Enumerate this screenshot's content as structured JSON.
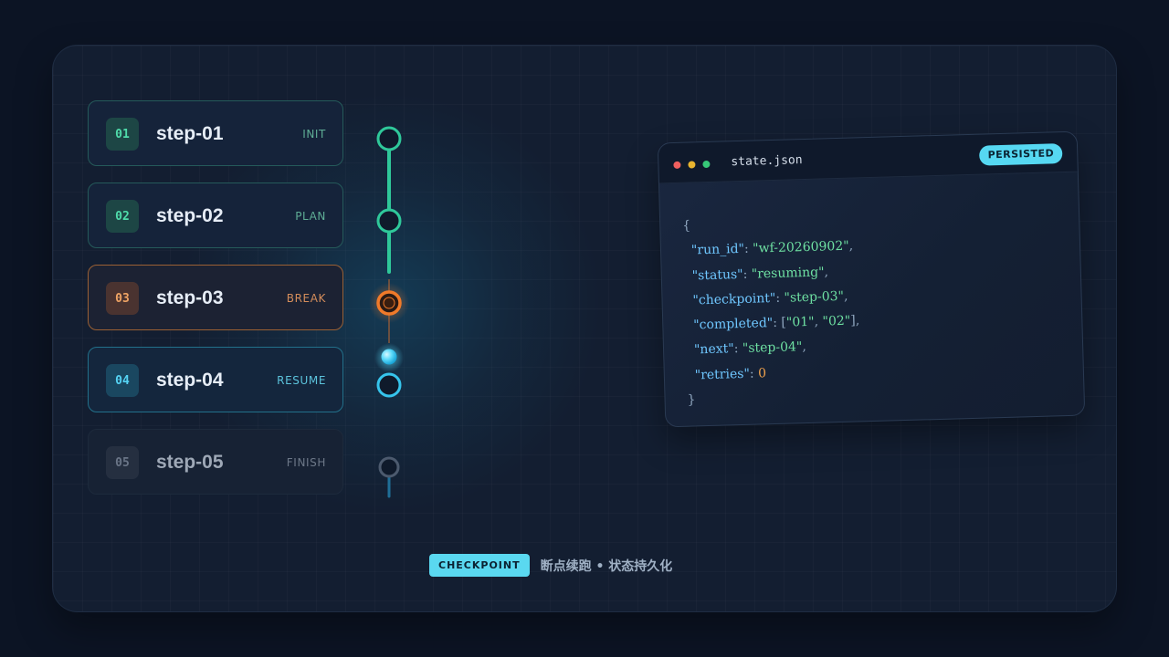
{
  "steps": [
    {
      "number": "01",
      "name": "step-01",
      "tag": "INIT",
      "state": "done"
    },
    {
      "number": "02",
      "name": "step-02",
      "tag": "PLAN",
      "state": "done"
    },
    {
      "number": "03",
      "name": "step-03",
      "tag": "BREAK",
      "state": "break"
    },
    {
      "number": "04",
      "name": "step-04",
      "tag": "RESUME",
      "state": "resume"
    },
    {
      "number": "05",
      "name": "step-05",
      "tag": "FINISH",
      "state": "pending"
    }
  ],
  "state_file": {
    "filename": "state.json",
    "badge": "PERSISTED",
    "open_brace": "{",
    "close_brace": "}",
    "lines": [
      {
        "key": "run_id",
        "value": "wf-20260902",
        "kind": "string"
      },
      {
        "key": "status",
        "value": "resuming",
        "kind": "string"
      },
      {
        "key": "checkpoint",
        "value": "step-03",
        "kind": "string"
      },
      {
        "key": "completed",
        "value": [
          "01",
          "02"
        ],
        "kind": "array"
      },
      {
        "key": "next",
        "value": "step-04",
        "kind": "string"
      },
      {
        "key": "retries",
        "value": "0",
        "kind": "number"
      }
    ]
  },
  "footer": {
    "label": "CHECKPOINT",
    "caption": "断点续跑 • 状态持久化"
  },
  "colors": {
    "done": "#2fc89a",
    "break": "#f07a2a",
    "resume": "#36c4ec",
    "pending": "#4c5a6e",
    "badge": "#56d8f2"
  }
}
